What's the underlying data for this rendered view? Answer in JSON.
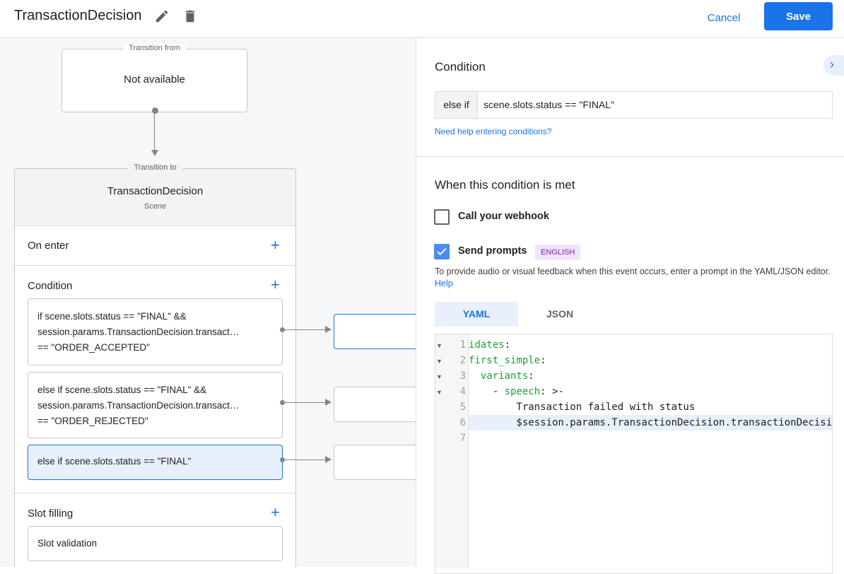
{
  "header": {
    "title": "TransactionDecision",
    "cancel_label": "Cancel",
    "save_label": "Save"
  },
  "canvas": {
    "transition_from": {
      "legend": "Transition from",
      "value": "Not available"
    },
    "scene": {
      "legend": "Transition to",
      "name": "TransactionDecision",
      "type": "Scene"
    },
    "on_enter": "On enter",
    "condition_title": "Condition",
    "conditions": [
      {
        "lines": [
          "if scene.slots.status == \"FINAL\" &&",
          "session.params.TransactionDecision.transact…",
          "== \"ORDER_ACCEPTED\""
        ]
      },
      {
        "lines": [
          "else if scene.slots.status == \"FINAL\" &&",
          "session.params.TransactionDecision.transact…",
          "== \"ORDER_REJECTED\""
        ]
      },
      {
        "lines": [
          "else if scene.slots.status == \"FINAL\""
        ]
      }
    ],
    "slot_filling": "Slot filling",
    "slot_validation": "Slot validation"
  },
  "panel": {
    "condition_heading": "Condition",
    "condition_prefix": "else if",
    "condition_value": "scene.slots.status == \"FINAL\"",
    "help_link": "Need help entering conditions?",
    "met_heading": "When this condition is met",
    "webhook": {
      "label": "Call your webhook",
      "checked": false
    },
    "prompts": {
      "label": "Send prompts",
      "checked": true,
      "badge": "ENGLISH"
    },
    "description": "To provide audio or visual feedback when this event occurs, enter a prompt in the YAML/JSON editor.",
    "description_link": "Help",
    "tabs": [
      {
        "label": "YAML",
        "active": true
      },
      {
        "label": "JSON",
        "active": false
      }
    ],
    "editor": {
      "line_numbers": [
        "1",
        "2",
        "3",
        "4",
        "5",
        "6",
        "7"
      ],
      "lines": [
        {
          "key": "idates",
          "rest": ":"
        },
        {
          "key": "first_simple",
          "rest": ":"
        },
        {
          "indent": "  ",
          "key": "variants",
          "rest": ":"
        },
        {
          "indent": "    - ",
          "key": "speech",
          "rest": ": >-"
        },
        {
          "text": "        Transaction failed with status"
        },
        {
          "text": "        $session.params.TransactionDecision.transactionDecision"
        },
        {
          "text": ""
        }
      ]
    }
  },
  "colors": {
    "accent": "#1a73e8",
    "selected_bg": "#e8f0fe",
    "badge_bg": "#f1e5fb",
    "badge_text": "#7b1fa2",
    "yaml_key": "#1e9e3e"
  }
}
